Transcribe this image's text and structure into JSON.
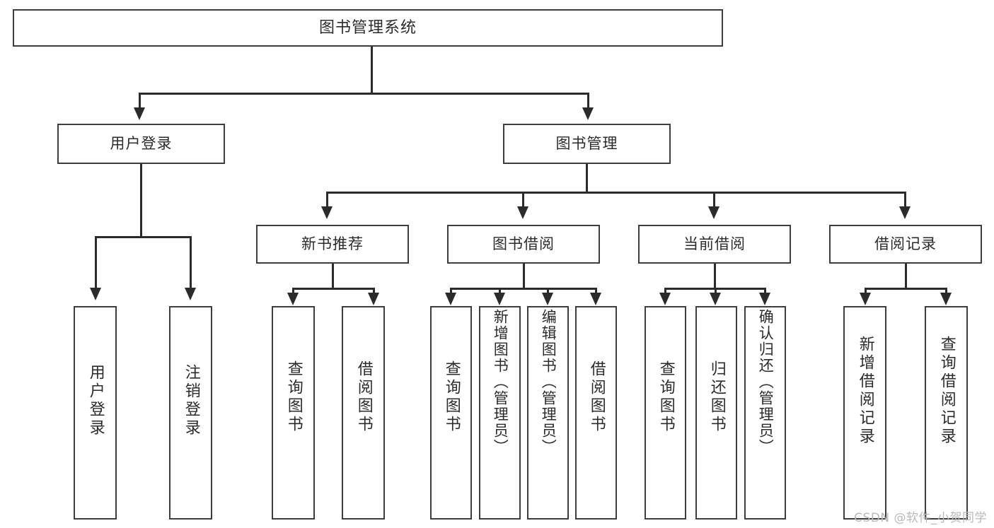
{
  "diagram": {
    "title": "图书管理系统",
    "type": "tree",
    "root": {
      "label": "图书管理系统"
    },
    "level2": [
      {
        "label": "用户登录"
      },
      {
        "label": "图书管理"
      }
    ],
    "level3": [
      {
        "label": "新书推荐"
      },
      {
        "label": "图书借阅"
      },
      {
        "label": "当前借阅"
      },
      {
        "label": "借阅记录"
      }
    ],
    "leaves": {
      "user_login": [
        {
          "label": "用户登录"
        },
        {
          "label": "注销登录"
        }
      ],
      "new_book_recommend": [
        {
          "label": "查询图书"
        },
        {
          "label": "借阅图书"
        }
      ],
      "book_borrow": [
        {
          "label": "查询图书"
        },
        {
          "label": "新增图书（管理员）"
        },
        {
          "label": "编辑图书（管理员）"
        },
        {
          "label": "借阅图书"
        }
      ],
      "current_borrow": [
        {
          "label": "查询图书"
        },
        {
          "label": "归还图书"
        },
        {
          "label": "确认归还（管理员）"
        }
      ],
      "borrow_record": [
        {
          "label": "新增借阅记录"
        },
        {
          "label": "查询借阅记录"
        }
      ]
    }
  },
  "watermark": {
    "text": "CSDN @软件_小贺同学"
  },
  "colors": {
    "background": "#ffffff",
    "box_border": "#3d3d3d",
    "line": "#2b2b2b",
    "text": "#2b2b2b",
    "watermark": "#b9b9b9"
  }
}
